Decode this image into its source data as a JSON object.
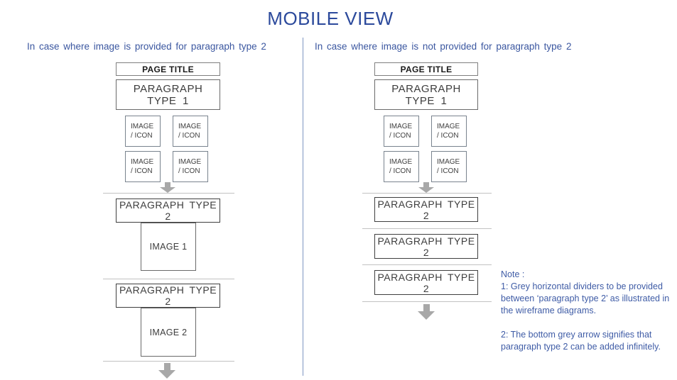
{
  "title": "MOBILE VIEW",
  "left": {
    "caption": "In case where image is provided for paragraph type 2",
    "page_title": "PAGE TITLE",
    "paragraph_type_1": "PARAGRAPH TYPE 1",
    "image_icon": {
      "line1": "IMAGE",
      "line2": "/ ICON"
    },
    "sections": [
      {
        "paragraph": "PARAGRAPH TYPE 2",
        "image": "IMAGE 1"
      },
      {
        "paragraph": "PARAGRAPH TYPE 2",
        "image": "IMAGE 2"
      }
    ]
  },
  "right": {
    "caption": "In case where image is not provided for paragraph type 2",
    "page_title": "PAGE TITLE",
    "paragraph_type_1": "PARAGRAPH TYPE 1",
    "image_icon": {
      "line1": "IMAGE",
      "line2": "/ ICON"
    },
    "paragraphs": [
      "PARAGRAPH TYPE 2",
      "PARAGRAPH TYPE 2",
      "PARAGRAPH TYPE 2"
    ]
  },
  "note": {
    "heading": "Note :",
    "point1": "1: Grey horizontal dividers to be provided between ‘paragraph type 2’ as illustrated in the wireframe diagrams.",
    "point2": "2: The bottom grey arrow signifies that paragraph type 2 can be added infinitely."
  },
  "colors": {
    "title_blue": "#2c4a9c",
    "caption_blue": "#3b57a0",
    "note_blue": "#3f5ca6",
    "arrow_grey": "#a8a8a8",
    "divider_grey": "#c2c2c2",
    "vertical_divider_blue": "#7e95c2",
    "box_border_dark": "#3f3f3f",
    "box_border_grey": "#6a6a6a"
  }
}
